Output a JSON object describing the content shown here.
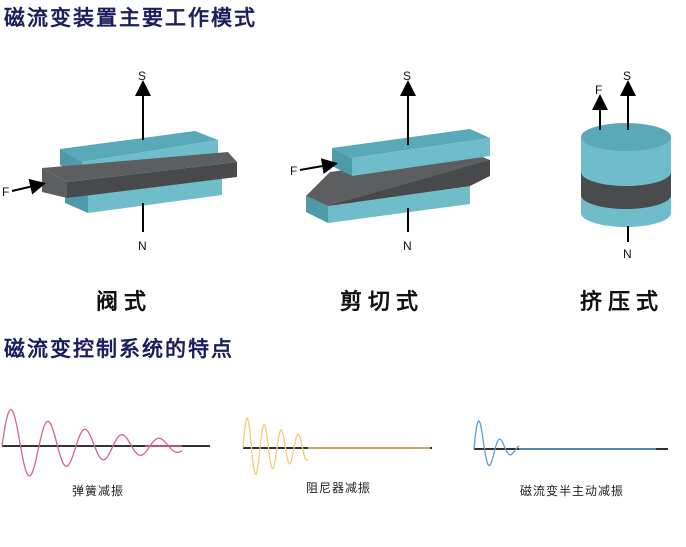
{
  "section1": {
    "title": "磁流变装置主要工作模式"
  },
  "modes": [
    {
      "label": "阀式",
      "s": "S",
      "n": "N",
      "f": "F"
    },
    {
      "label": "剪切式",
      "s": "S",
      "n": "N",
      "f": "F"
    },
    {
      "label": "挤压式",
      "s": "S",
      "n": "N",
      "f": "F"
    }
  ],
  "section2": {
    "title": "磁流变控制系统的特点"
  },
  "waves": [
    {
      "caption": "弹簧减振",
      "color": "#d6609e"
    },
    {
      "caption": "阻尼器减振",
      "color": "#efcf7a"
    },
    {
      "caption": "磁流变半主动减振",
      "color": "#5b9fd0"
    }
  ],
  "colors": {
    "title": "#1b1f5c",
    "cyan": "#6fbccb",
    "dark": "#4a4b4d"
  }
}
